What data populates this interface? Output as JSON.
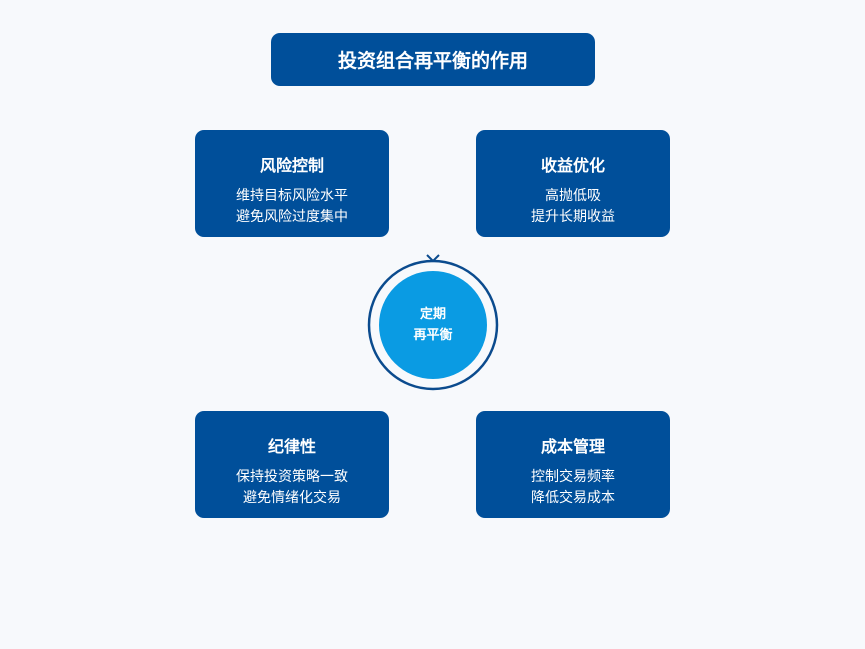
{
  "title": "投资组合再平衡的作用",
  "center": {
    "line1": "定期",
    "line2": "再平衡"
  },
  "boxes": [
    {
      "heading": "风险控制",
      "lines": [
        "维持目标风险水平",
        "避免风险过度集中"
      ]
    },
    {
      "heading": "收益优化",
      "lines": [
        "高抛低吸",
        "提升长期收益"
      ]
    },
    {
      "heading": "纪律性",
      "lines": [
        "保持投资策略一致",
        "避免情绪化交易"
      ]
    },
    {
      "heading": "成本管理",
      "lines": [
        "控制交易频率",
        "降低交易成本"
      ]
    }
  ],
  "colors": {
    "box": "#004f9a",
    "center": "#0a9be3",
    "ring": "#0b4b8e"
  }
}
